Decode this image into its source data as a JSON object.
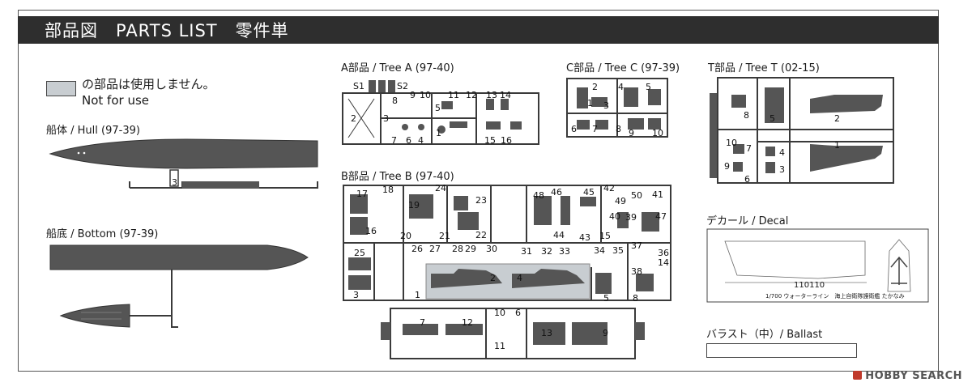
{
  "header": {
    "title": "部品図　PARTS LIST　零件単"
  },
  "legend": {
    "line1": "の部品は使用しません。",
    "line2": "Not for use"
  },
  "sections": {
    "hull": "船体 / Hull (97-39)",
    "bottom": "船底 / Bottom (97-39)",
    "tree_a": "A部品 / Tree A (97-40)",
    "tree_b": "B部品 / Tree B (97-40)",
    "tree_c": "C部品 / Tree C (97-39)",
    "tree_t": "T部品 / Tree T (02-15)",
    "decal": "デカール / Decal",
    "ballast": "バラスト（中）/ Ballast"
  },
  "part_numbers": {
    "hull": [
      "3"
    ],
    "tree_a": [
      "S1",
      "S2",
      "8",
      "9",
      "10",
      "11",
      "12",
      "13",
      "14",
      "5",
      "2",
      "3",
      "1",
      "7",
      "6",
      "4",
      "15",
      "16"
    ],
    "tree_c": [
      "2",
      "4",
      "5",
      "1",
      "3",
      "6",
      "7",
      "8",
      "9",
      "10"
    ],
    "tree_t": [
      "8",
      "5",
      "2",
      "10",
      "7",
      "1",
      "4",
      "9",
      "3",
      "6"
    ],
    "tree_b": [
      "17",
      "18",
      "24",
      "19",
      "23",
      "16",
      "20",
      "21",
      "22",
      "48",
      "46",
      "45",
      "42",
      "49",
      "50",
      "41",
      "40",
      "39",
      "47",
      "44",
      "43",
      "15",
      "25",
      "26",
      "27",
      "28",
      "29",
      "30",
      "31",
      "32",
      "33",
      "34",
      "35",
      "37",
      "36",
      "38",
      "14",
      "3",
      "1",
      "2",
      "4",
      "5",
      "8",
      "10",
      "6",
      "7",
      "12",
      "13",
      "9",
      "11"
    ]
  },
  "decal_text": {
    "number": "110110",
    "caption": "1/700 ウォーターライン　海上自衛隊護衛艦 たかなみ"
  },
  "watermark": "HOBBY SEARCH",
  "colors": {
    "header_bg": "#2e2e2e",
    "part_fill": "#555555",
    "tree_line": "#3a3a3a",
    "unused_fill": "#c8cdd1"
  }
}
